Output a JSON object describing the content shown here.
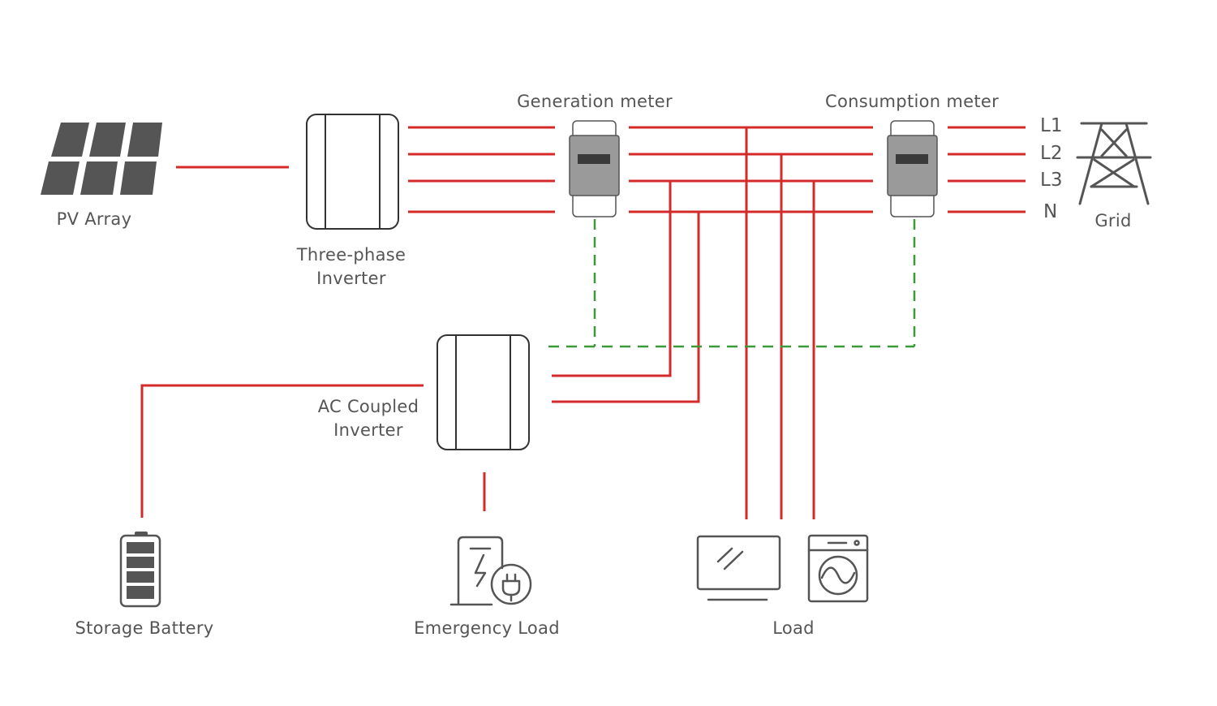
{
  "labels": {
    "pv_array": "PV Array",
    "three_phase_inverter_line1": "Three-phase",
    "three_phase_inverter_line2": "Inverter",
    "generation_meter": "Generation meter",
    "consumption_meter": "Consumption meter",
    "grid": "Grid",
    "ac_coupled_inverter_line1": "AC Coupled",
    "ac_coupled_inverter_line2": "Inverter",
    "storage_battery": "Storage Battery",
    "emergency_load": "Emergency Load",
    "load": "Load"
  },
  "phases": [
    "L1",
    "L2",
    "L3",
    "N"
  ],
  "colors": {
    "power_line": "#d42a2a",
    "comm_line": "#3a9a3a",
    "device_fill": "#555555",
    "meter_body": "#9a9a9a",
    "text": "#555555"
  },
  "icons": [
    "solar-panel-icon",
    "inverter-icon",
    "meter-icon",
    "grid-tower-icon",
    "battery-icon",
    "emergency-load-icon",
    "monitor-icon",
    "washing-machine-icon"
  ]
}
